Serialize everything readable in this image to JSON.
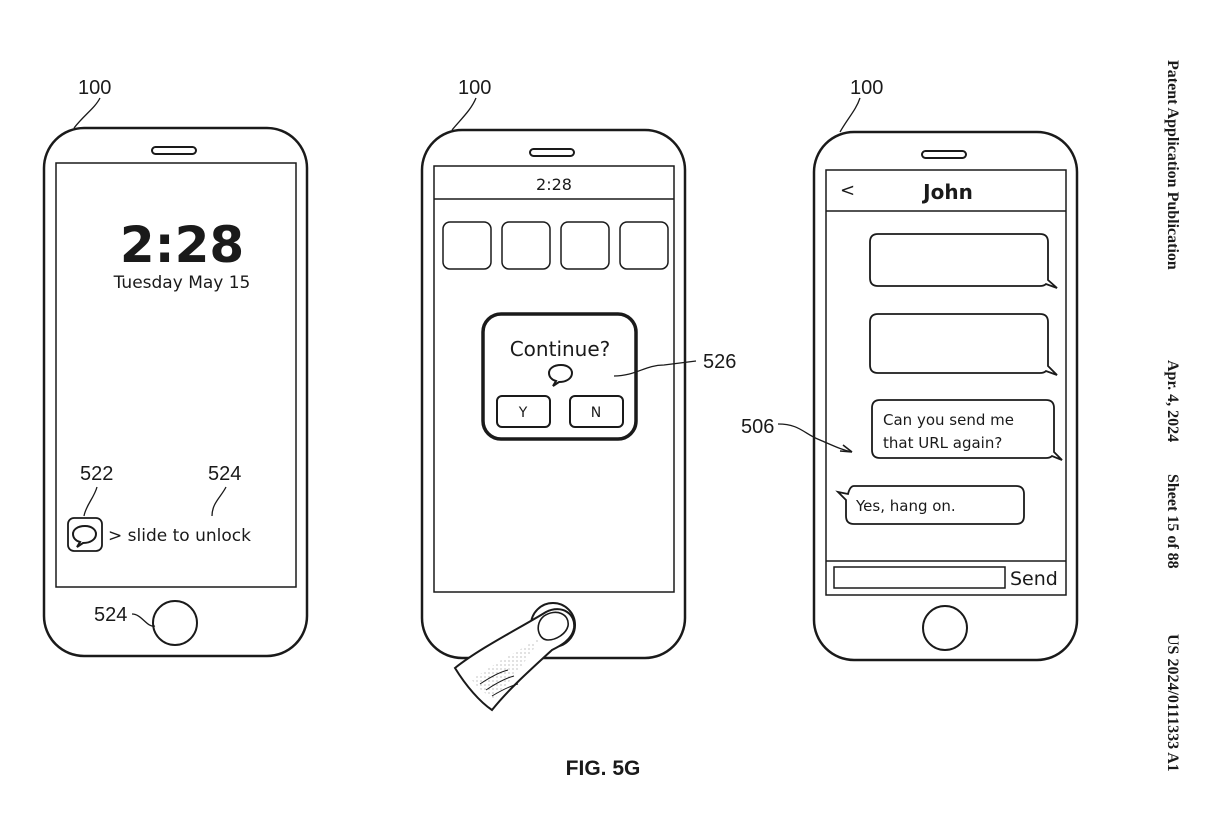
{
  "header": {
    "publication": "Patent Application Publication",
    "date": "Apr. 4, 2024",
    "sheet": "Sheet 15 of 88",
    "number": "US 2024/0111333 A1"
  },
  "figure_label": "FIG. 5G",
  "phones": [
    {
      "ref": "100",
      "lock_screen": {
        "time": "2:28",
        "date": "Tuesday May 15",
        "slide_text": "> slide to unlock",
        "ref_icon": "522",
        "ref_slider": "524",
        "ref_home": "524",
        "icon": "speech-bubble-icon"
      }
    },
    {
      "ref": "100",
      "status_time": "2:28",
      "tiles": 4,
      "dialog": {
        "question": "Continue?",
        "yes_label": "Y",
        "no_label": "N",
        "ref": "526",
        "icon": "speech-bubble-icon"
      },
      "finger": "finger-pressing-home-button"
    },
    {
      "ref": "100",
      "chat": {
        "back": "<",
        "contact": "John",
        "incoming_message": "Can you send me that URL again?",
        "incoming_lines": [
          "Can you send me",
          "that URL again?"
        ],
        "reply": "Yes, hang on.",
        "send_label": "Send",
        "ref_message": "506"
      }
    }
  ],
  "colors": {
    "ink": "#1a1a1a",
    "paper": "#ffffff",
    "finger_shade": "#bdbdbd"
  }
}
